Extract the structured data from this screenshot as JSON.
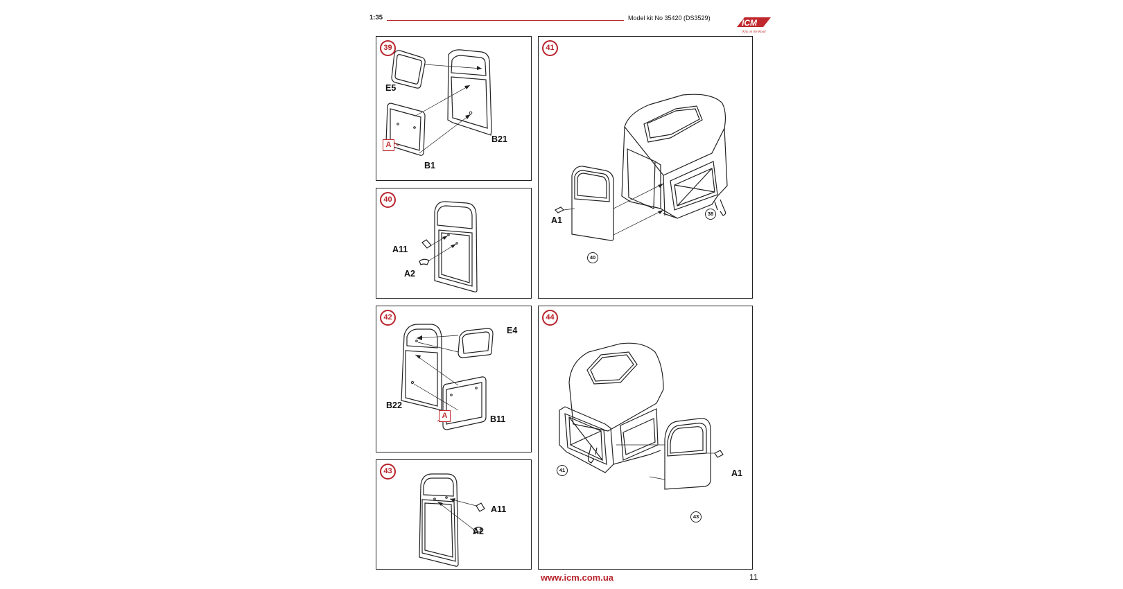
{
  "header": {
    "scale": "1:35",
    "title": "Model kit No 35420 (DS3529)",
    "logo_text": "ICM",
    "logo_tagline": "Kits on the Road",
    "accent_color": "#b8232b"
  },
  "steps": [
    {
      "number": "39",
      "labels": [
        "E5",
        "B21",
        "B1"
      ],
      "marker": "A"
    },
    {
      "number": "40",
      "labels": [
        "A11",
        "A2"
      ]
    },
    {
      "number": "41",
      "labels": [
        "A1"
      ],
      "refs": [
        "38",
        "40"
      ]
    },
    {
      "number": "42",
      "labels": [
        "E4",
        "B22",
        "B11"
      ],
      "marker": "A"
    },
    {
      "number": "43",
      "labels": [
        "A11",
        "A2"
      ]
    },
    {
      "number": "44",
      "labels": [
        "A1"
      ],
      "refs": [
        "41",
        "43"
      ]
    }
  ],
  "footer": {
    "url": "www.icm.com.ua",
    "page_number": "11"
  }
}
